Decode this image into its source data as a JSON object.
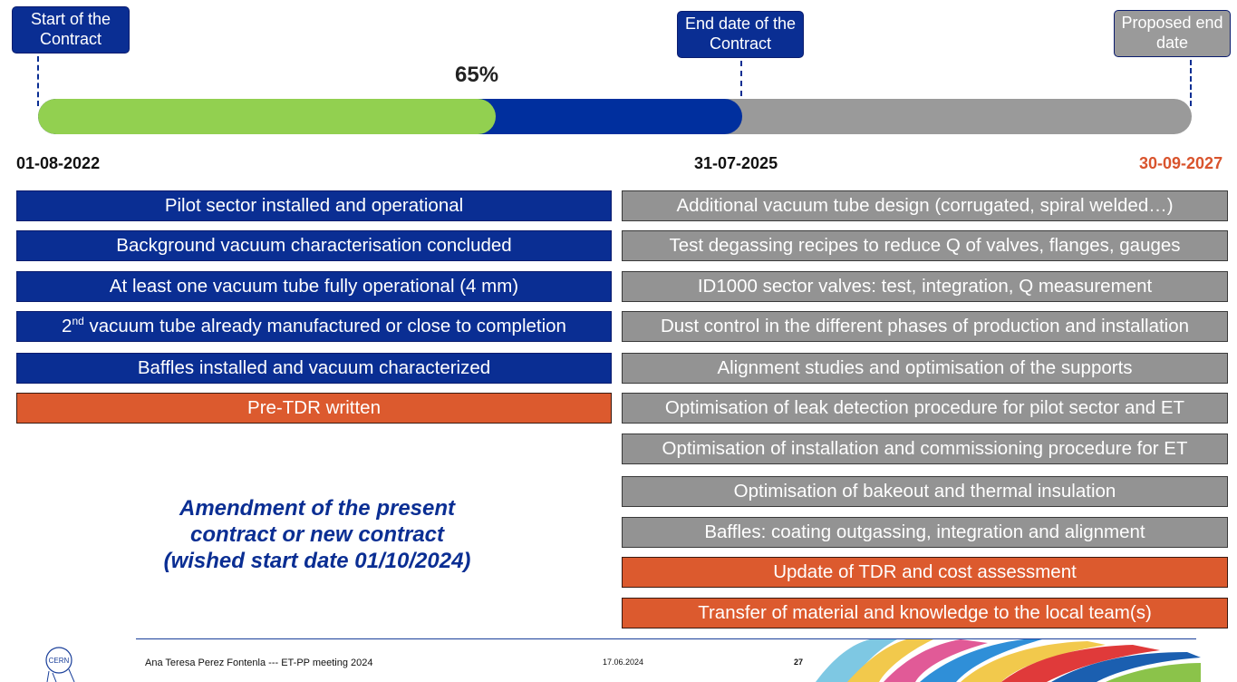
{
  "callouts": {
    "start": "Start of the Contract",
    "end": "End date of the Contract",
    "proposed": "Proposed end date"
  },
  "progress": {
    "label": "65%",
    "value_pct": 65,
    "contract_end_pct": 61
  },
  "dates": {
    "start": "01-08-2022",
    "end": "31-07-2025",
    "proposed": "30-09-2027"
  },
  "left_tasks": [
    {
      "text": "Pilot sector installed and operational",
      "status": "done"
    },
    {
      "text": "Background vacuum characterisation concluded",
      "status": "done"
    },
    {
      "text": "At least one vacuum tube fully operational (4 mm)",
      "status": "done"
    },
    {
      "prefix": "2",
      "sup": "nd",
      "text": " vacuum tube already manufactured or close to completion",
      "status": "done"
    },
    {
      "text": "Baffles installed and vacuum characterized",
      "status": "done"
    },
    {
      "text": "Pre-TDR written",
      "status": "report"
    }
  ],
  "right_tasks": [
    {
      "text": "Additional vacuum tube design (corrugated, spiral welded…)",
      "status": "planned"
    },
    {
      "text": "Test degassing recipes to reduce Q of valves, flanges, gauges",
      "status": "planned"
    },
    {
      "text": "ID1000 sector valves: test, integration, Q measurement",
      "status": "planned"
    },
    {
      "text": "Dust control in the different phases of production and installation",
      "status": "planned"
    },
    {
      "text": "Alignment studies and optimisation of the supports",
      "status": "planned"
    },
    {
      "text": "Optimisation of leak detection procedure for pilot sector and ET",
      "status": "planned"
    },
    {
      "text": "Optimisation of installation and commissioning procedure for ET",
      "status": "planned"
    },
    {
      "text": "Optimisation of bakeout and thermal insulation",
      "status": "planned"
    },
    {
      "text": "Baffles: coating outgassing, integration and alignment",
      "status": "planned"
    },
    {
      "text": "Update of TDR and cost assessment",
      "status": "report"
    },
    {
      "text": "Transfer of material and knowledge to the local team(s)",
      "status": "report"
    }
  ],
  "amendment": {
    "line1": "Amendment of the present",
    "line2": "contract or new contract",
    "line3": "(wished start date 01/10/2024)"
  },
  "footer": {
    "logo_text": "CERN",
    "author": "Ana Teresa Perez Fontenla --- ET-PP meeting 2024",
    "date": "17.06.2024",
    "page": "27"
  },
  "colors": {
    "blue": "#0a2e93",
    "grey": "#939393",
    "orange": "#dc5a2e",
    "green": "#92d050"
  }
}
